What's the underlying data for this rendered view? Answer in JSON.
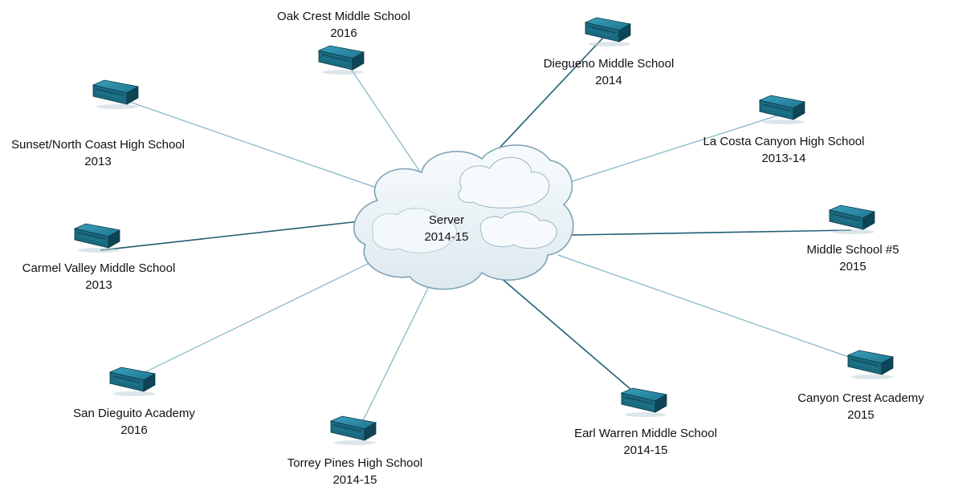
{
  "server": {
    "name": "Server",
    "year": "2014-15",
    "icon": "cloud-icon"
  },
  "sites": [
    {
      "id": "oak-crest",
      "name": "Oak Crest Middle School",
      "year": "2016"
    },
    {
      "id": "diegueno",
      "name": "Diegueno Middle School",
      "year": "2014"
    },
    {
      "id": "sunset-north-coast",
      "name": "Sunset/North Coast High School",
      "year": "2013"
    },
    {
      "id": "la-costa-canyon",
      "name": "La Costa Canyon High School",
      "year": "2013-14"
    },
    {
      "id": "carmel-valley",
      "name": "Carmel Valley Middle School",
      "year": "2013"
    },
    {
      "id": "middle-school-5",
      "name": "Middle School #5",
      "year": "2015"
    },
    {
      "id": "san-dieguito",
      "name": "San Dieguito Academy",
      "year": "2016"
    },
    {
      "id": "torrey-pines",
      "name": "Torrey Pines High School",
      "year": "2014-15"
    },
    {
      "id": "earl-warren",
      "name": "Earl Warren Middle School",
      "year": "2014-15"
    },
    {
      "id": "canyon-crest",
      "name": "Canyon Crest Academy",
      "year": "2015"
    }
  ],
  "colors": {
    "link_light": "#7fb3c4",
    "link_dark": "#1f5f74",
    "device_top": "#2a8aa6",
    "device_side": "#135a6e",
    "device_front": "#0d4454",
    "cloud_edge": "#7ea3b5",
    "cloud_fill": "#eef4f7"
  }
}
